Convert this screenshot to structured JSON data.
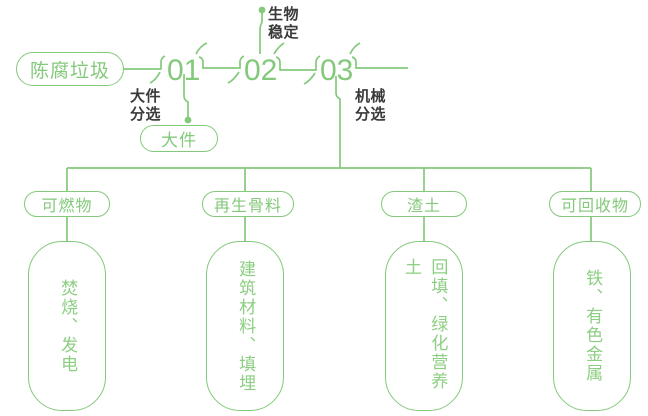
{
  "diagram": {
    "title_node": {
      "label": "陈腐垃圾"
    },
    "stages": [
      {
        "id": "01",
        "number": "01",
        "process_label": "大件\n分选"
      },
      {
        "id": "02",
        "number": "02",
        "process_label": "生物\n稳定"
      },
      {
        "id": "03",
        "number": "03",
        "process_label": "机械\n分选"
      }
    ],
    "bulky_output": {
      "label": "大件"
    },
    "categories": [
      {
        "label": "可燃物",
        "outcome": "焚烧、发电"
      },
      {
        "label": "再生骨料",
        "outcome": "建筑材料、填埋"
      },
      {
        "label": "渣土",
        "outcome": "回填、绿化营养土"
      },
      {
        "label": "可回收物",
        "outcome": "铁、有色金属"
      }
    ],
    "colors": {
      "accent_green": "#84c97b",
      "outcome_green": "#8cce82",
      "label_dark": "#3a3a3a",
      "background": "#ffffff"
    }
  }
}
